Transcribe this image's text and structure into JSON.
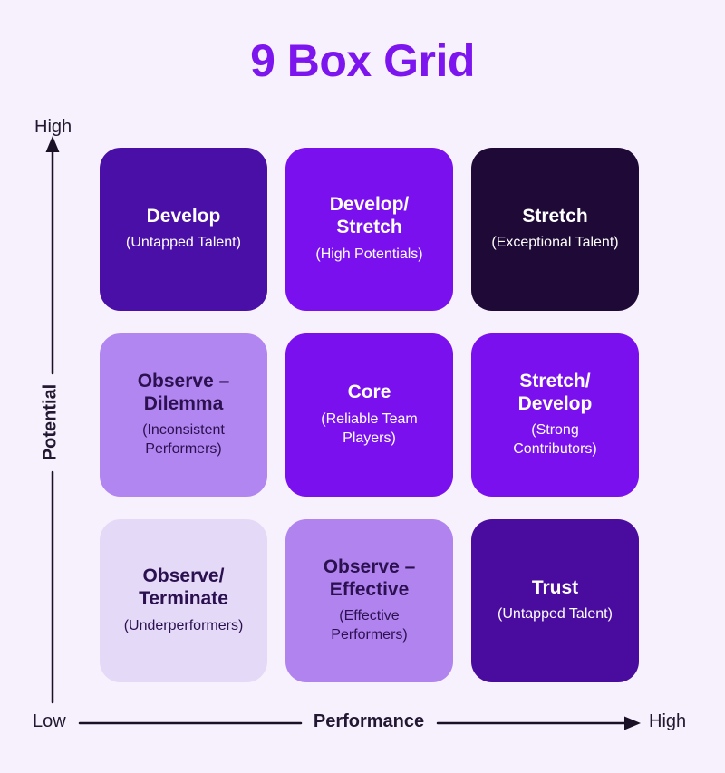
{
  "page": {
    "title": "9 Box Grid",
    "background": "#f7f1fd",
    "title_color": "#7d15ef",
    "axis_line_color": "#1b1126",
    "axis_text_color": "#221831"
  },
  "axes": {
    "y": {
      "high_label": "High",
      "axis_label": "Potential",
      "low_label": "Low"
    },
    "x": {
      "axis_label": "Performance",
      "high_label": "High"
    }
  },
  "grid": {
    "boxes": [
      {
        "name": "develop",
        "title": "Develop",
        "subtitle": "(Untapped Talent)",
        "bg": "#4a0fa6",
        "fg": "#ffffff"
      },
      {
        "name": "develop-stretch",
        "title": "Develop/\nStretch",
        "subtitle": "(High Potentials)",
        "bg": "#7a10ee",
        "fg": "#ffffff"
      },
      {
        "name": "stretch",
        "title": "Stretch",
        "subtitle": "(Exceptional Talent)",
        "bg": "#1f0936",
        "fg": "#ffffff"
      },
      {
        "name": "observe-dilemma",
        "title": "Observe –\nDilemma",
        "subtitle": "(Inconsistent\nPerformers)",
        "bg": "#b286f0",
        "fg": "#2c1150"
      },
      {
        "name": "core",
        "title": "Core",
        "subtitle": "(Reliable Team\nPlayers)",
        "bg": "#7a10ee",
        "fg": "#ffffff"
      },
      {
        "name": "stretch-develop",
        "title": "Stretch/\nDevelop",
        "subtitle": "(Strong\nContributors)",
        "bg": "#7a10ee",
        "fg": "#ffffff"
      },
      {
        "name": "observe-terminate",
        "title": "Observe/\nTerminate",
        "subtitle": "(Underperformers)",
        "bg": "#e5d9f8",
        "fg": "#2c1150"
      },
      {
        "name": "observe-effective",
        "title": "Observe –\nEffective",
        "subtitle": "(Effective\nPerformers)",
        "bg": "#b183ef",
        "fg": "#2c1150"
      },
      {
        "name": "trust",
        "title": "Trust",
        "subtitle": "(Untapped Talent)",
        "bg": "#4a0c9f",
        "fg": "#ffffff"
      }
    ]
  }
}
